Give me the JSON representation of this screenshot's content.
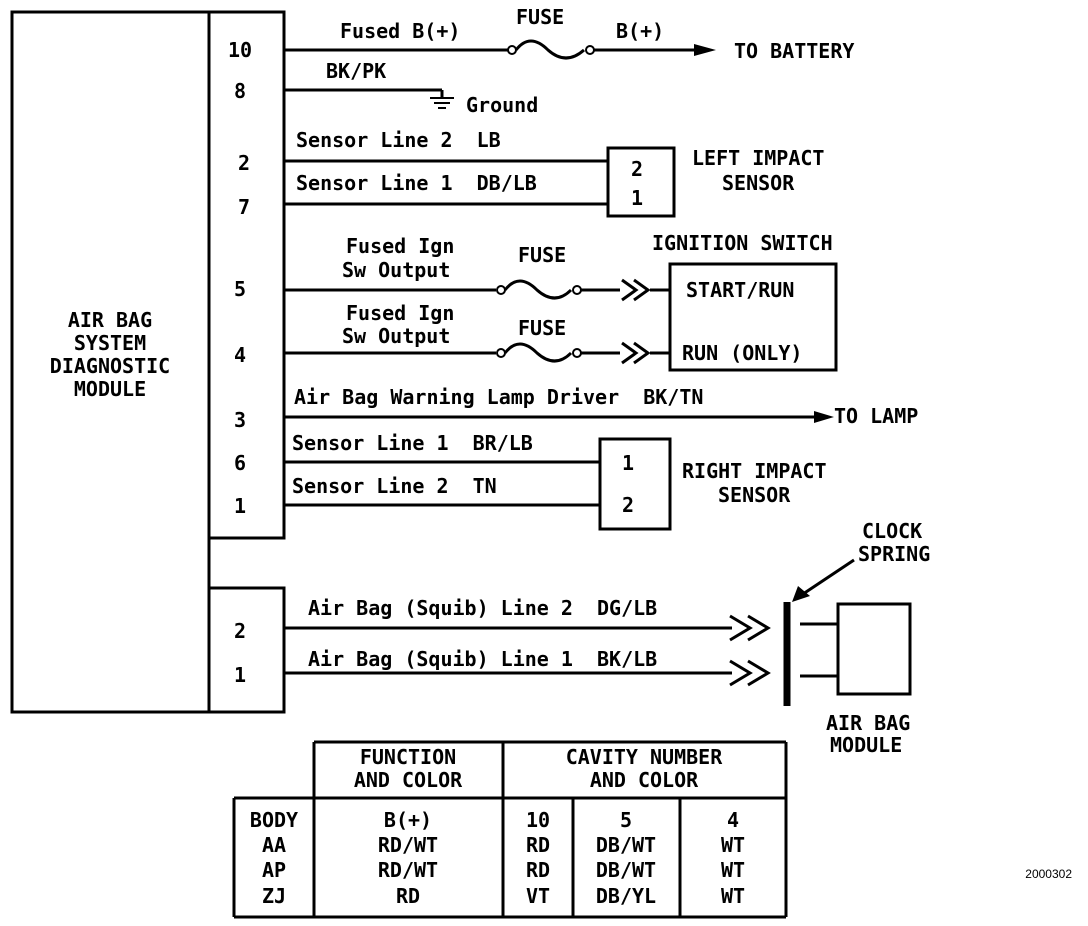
{
  "module": {
    "lines": [
      "AIR BAG",
      "SYSTEM",
      "DIAGNOSTIC",
      "MODULE"
    ]
  },
  "pins_upper": [
    "10",
    "8",
    "2",
    "7",
    "5",
    "4",
    "3",
    "6",
    "1"
  ],
  "pins_lower": [
    "2",
    "1"
  ],
  "wires": {
    "fused_b": "Fused B(+)",
    "fuse": "FUSE",
    "b_plus": "B(+)",
    "to_battery": "TO BATTERY",
    "bkpk": "BK/PK",
    "ground": "Ground",
    "left_line2": "Sensor Line 2  LB",
    "left_line1": "Sensor Line 1  DB/LB",
    "ign_out_a": [
      "Fused Ign",
      "Sw Output"
    ],
    "ign_out_b": [
      "Fused Ign",
      "Sw Output"
    ],
    "lamp": "Air Bag Warning Lamp Driver  BK/TN",
    "to_lamp": "TO LAMP",
    "right_line1": "Sensor Line 1  BR/LB",
    "right_line2": "Sensor Line 2  TN",
    "squib2": "Air Bag (Squib) Line 2  DG/LB",
    "squib1": "Air Bag (Squib) Line 1  BK/LB"
  },
  "left_sensor": {
    "pins": [
      "2",
      "1"
    ],
    "label": [
      "LEFT IMPACT",
      "SENSOR"
    ]
  },
  "right_sensor": {
    "pins": [
      "1",
      "2"
    ],
    "label": [
      "RIGHT IMPACT",
      "SENSOR"
    ]
  },
  "ignition": {
    "title": "IGNITION SWITCH",
    "start_run": "START/RUN",
    "run_only": "RUN (ONLY)"
  },
  "clock_spring": [
    "CLOCK",
    "SPRING"
  ],
  "air_bag_module": [
    "AIR BAG",
    "MODULE"
  ],
  "figure_id": "2000302",
  "table": {
    "header_function": [
      "FUNCTION",
      "AND COLOR"
    ],
    "header_cavity": [
      "CAVITY NUMBER",
      "AND COLOR"
    ],
    "col_body": "BODY",
    "col_func": "B(+)",
    "col_c10": "10",
    "col_c5": "5",
    "col_c4": "4",
    "rows": [
      {
        "body": "AA",
        "func": "RD/WT",
        "c10": "RD",
        "c5": "DB/WT",
        "c4": "WT"
      },
      {
        "body": "AP",
        "func": "RD/WT",
        "c10": "RD",
        "c5": "DB/WT",
        "c4": "WT"
      },
      {
        "body": "ZJ",
        "func": "RD",
        "c10": "VT",
        "c5": "DB/YL",
        "c4": "WT"
      }
    ]
  }
}
